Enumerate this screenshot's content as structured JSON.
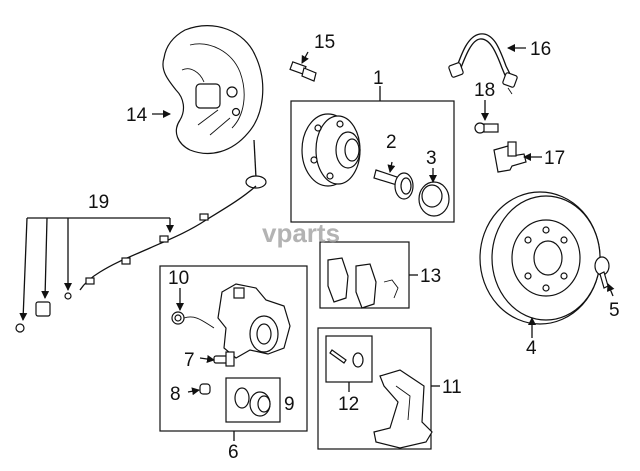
{
  "watermark": "vparts",
  "callouts": {
    "c1": "1",
    "c2": "2",
    "c3": "3",
    "c4": "4",
    "c5": "5",
    "c6": "6",
    "c7": "7",
    "c8": "8",
    "c9": "9",
    "c10": "10",
    "c11": "11",
    "c12": "12",
    "c13": "13",
    "c14": "14",
    "c15": "15",
    "c16": "16",
    "c17": "17",
    "c18": "18",
    "c19": "19"
  }
}
